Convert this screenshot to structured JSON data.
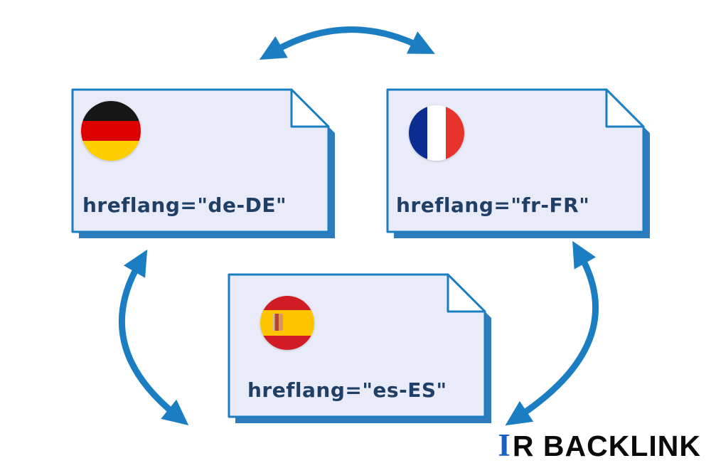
{
  "colors": {
    "accent_blue": "#1b7ec2",
    "card_fill": "#e9ecf8",
    "card_border": "#1b7ec2",
    "card_shadow": "#2e7cbe",
    "text_navy": "#1f3f66",
    "logo_blue": "#1a5fc8"
  },
  "diagram": {
    "cards": [
      {
        "id": "de",
        "flag": "germany-flag",
        "label": "hreflang=\"de-DE\""
      },
      {
        "id": "fr",
        "flag": "france-flag",
        "label": "hreflang=\"fr-FR\""
      },
      {
        "id": "es",
        "flag": "spain-flag",
        "label": "hreflang=\"es-ES\""
      }
    ],
    "arrows": [
      {
        "id": "de-fr",
        "between": "de and fr"
      },
      {
        "id": "de-es",
        "between": "de and es"
      },
      {
        "id": "fr-es",
        "between": "fr and es"
      }
    ]
  },
  "logo": {
    "initial": "I",
    "rest": "R BACKLINK"
  }
}
